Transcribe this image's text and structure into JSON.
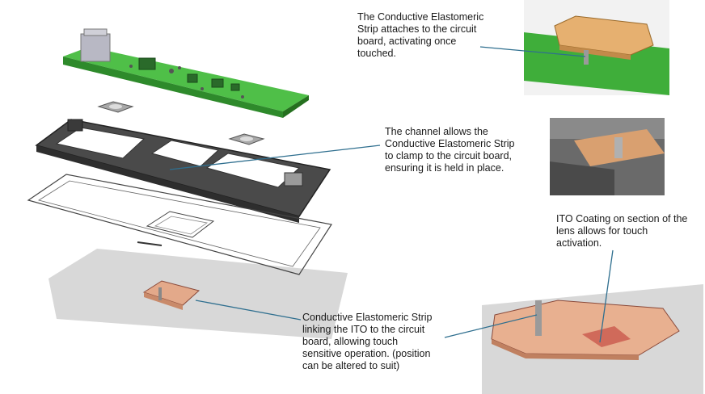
{
  "annotations": [
    {
      "id": "strip-attach",
      "text": "The Conductive Elastomeric\nStrip attaches to the circuit\nboard, activating once\ntouched."
    },
    {
      "id": "channel",
      "text": "The channel allows the\nConductive Elastomeric Strip\nto clamp to the circuit board,\nensuring it is held in place."
    },
    {
      "id": "ito-coating",
      "text": "ITO Coating on section of the\nlens allows for touch\nactivation."
    },
    {
      "id": "strip-link",
      "text": "Conductive Elastomeric Strip\nlinking the ITO to the circuit\nboard, allowing touch\nsensitive operation. (position\ncan be altered to suit)"
    }
  ],
  "colors": {
    "pcb": "#3fae3a",
    "pcb_dark": "#2e8a2b",
    "frame": "#3a3a3a",
    "leader": "#2f6f8f",
    "copper": "#d9a070",
    "shadow": "#d4d4d4"
  }
}
